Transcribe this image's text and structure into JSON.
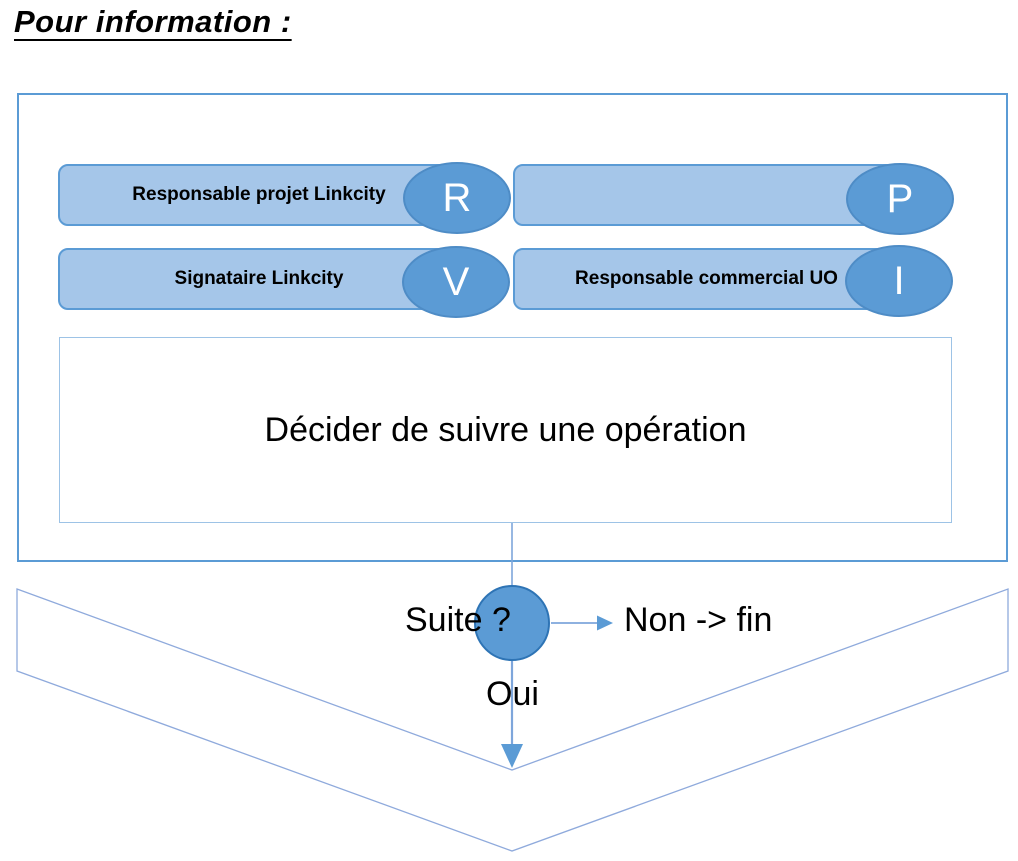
{
  "title": "Pour information :",
  "colors": {
    "accent": "#5B9BD5",
    "bar_fill": "#A5C6E9",
    "bar_border": "#5B9BD5",
    "badge_fill": "#5B9BD5",
    "badge_text": "#FFFFFF",
    "decision_circle_border": "#2E74B5",
    "group_box_border": "#5B9BD5",
    "task_box_border": "#9DC3E6",
    "connector_line": "#7EA6DB",
    "chevron_line": "#8FAADC",
    "text": "#000000"
  },
  "process": {
    "roles": [
      {
        "label": "Responsable projet Linkcity",
        "badge": "R"
      },
      {
        "label": "",
        "badge": "P"
      },
      {
        "label": "Signataire Linkcity",
        "badge": "V"
      },
      {
        "label": "Responsable commercial UO",
        "badge": "I"
      }
    ],
    "task_label": "Décider de suivre une opération"
  },
  "decision": {
    "question": "Suite ?",
    "no_label": "Non -> fin",
    "yes_label": "Oui"
  }
}
